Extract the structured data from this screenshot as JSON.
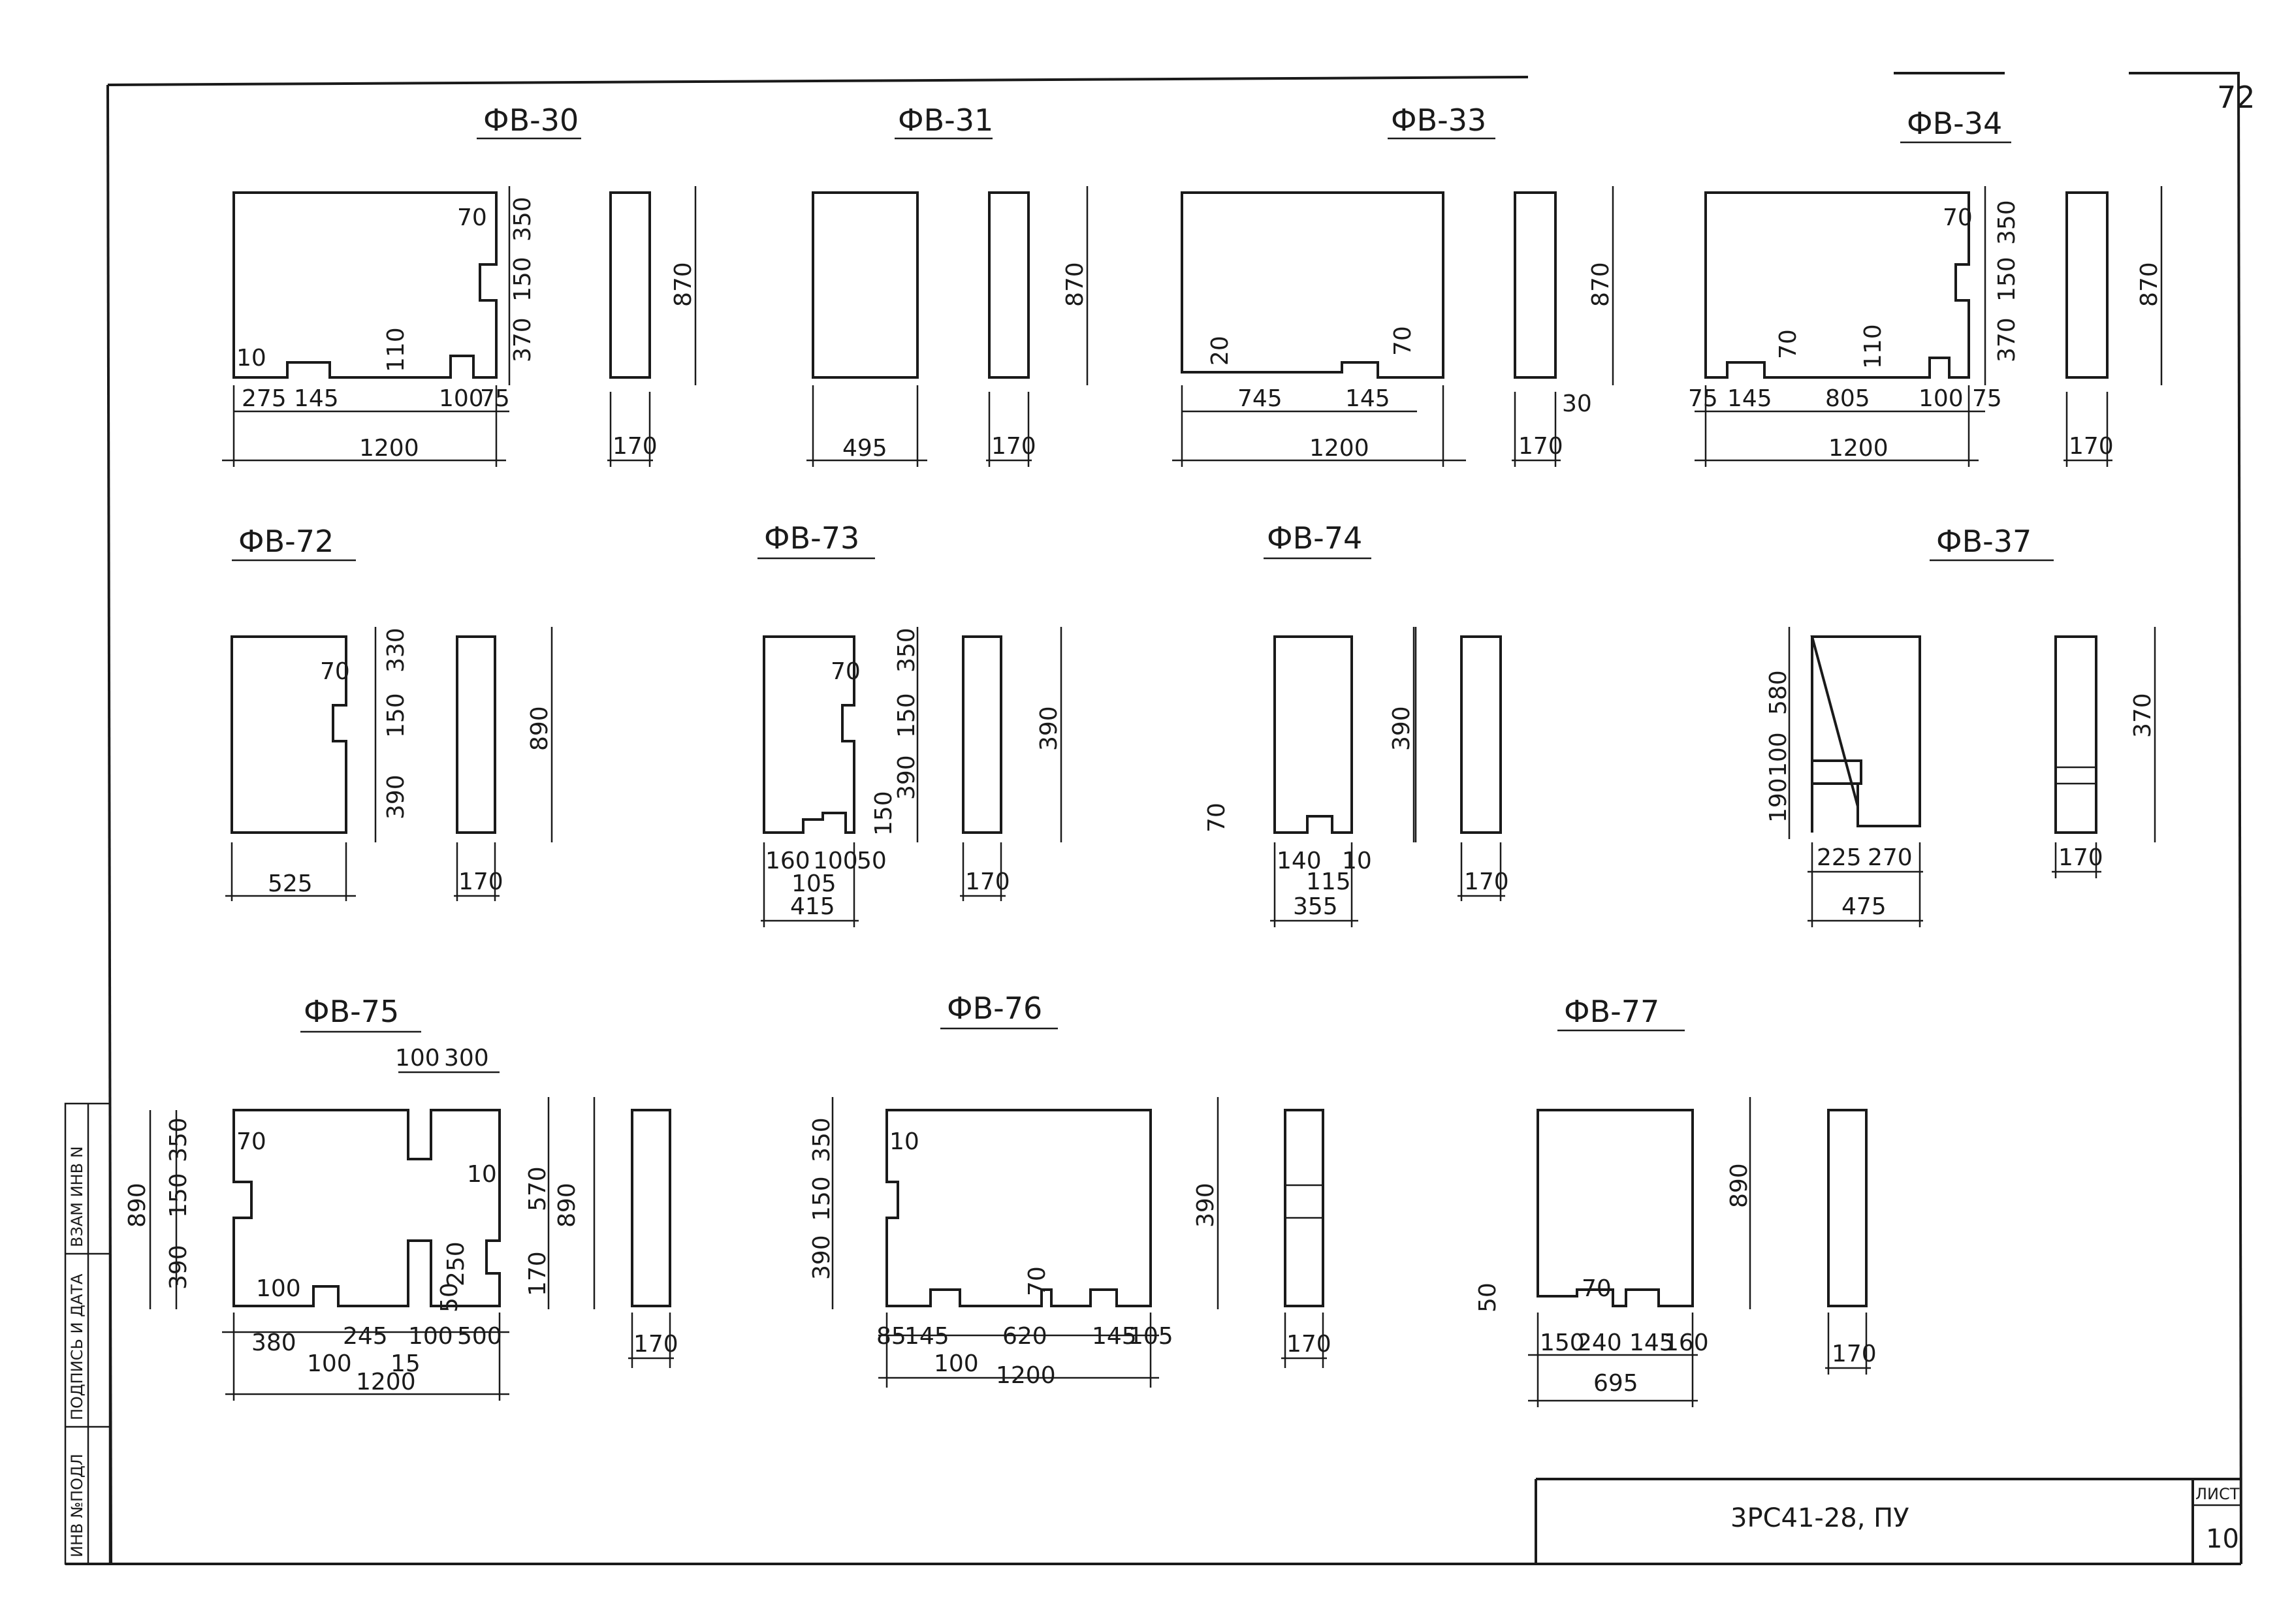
{
  "page_number": "72",
  "title_block": {
    "code": "3РС41-28, ПУ",
    "sheet_label": "ЛИСТ",
    "sheet_number": "10"
  },
  "side_stamp": {
    "col1": "ИНВ №ПОДЛ",
    "col2": "ПОДПИСЬ И ДАТА",
    "col3": "ВЗАМ ИНВ N"
  },
  "panels": {
    "fv30": {
      "title": "ФВ-30",
      "dims": {
        "w": "1200",
        "h": "870",
        "t": "170",
        "a": "275",
        "b": "145",
        "c": "100",
        "d": "75",
        "e": "350",
        "f": "150",
        "g": "370",
        "n70": "70",
        "n110": "110",
        "n10": "10"
      }
    },
    "fv31": {
      "title": "ФВ-31",
      "dims": {
        "w": "495",
        "h": "870",
        "t": "170"
      }
    },
    "fv33": {
      "title": "ФВ-33",
      "dims": {
        "w": "1200",
        "h": "870",
        "t": "170",
        "a": "745",
        "b": "145",
        "n20": "20",
        "n70": "70",
        "n30": "30"
      }
    },
    "fv34": {
      "title": "ФВ-34",
      "dims": {
        "w": "1200",
        "h": "870",
        "t": "170",
        "a": "75",
        "b": "145",
        "c": "805",
        "d": "100",
        "e": "75",
        "f": "350",
        "g": "150",
        "h2": "370",
        "n70a": "70",
        "n70b": "70",
        "n110": "110"
      }
    },
    "fv72": {
      "title": "ФВ-72",
      "dims": {
        "w": "525",
        "h": "890",
        "t": "170",
        "a": "330",
        "b": "150",
        "c": "390",
        "n70": "70"
      }
    },
    "fv73": {
      "title": "ФВ-73",
      "dims": {
        "w": "415",
        "h": "390",
        "t": "170",
        "a": "160",
        "b": "100",
        "c": "50",
        "d": "105",
        "e": "350",
        "f": "150",
        "g": "390",
        "n70": "70",
        "n150": "150"
      }
    },
    "fv74": {
      "title": "ФВ-74",
      "dims": {
        "w": "355",
        "h": "390",
        "t": "170",
        "a": "140",
        "b": "115",
        "c": "10",
        "n70": "70"
      }
    },
    "fv37": {
      "title": "ФВ-37",
      "dims": {
        "w": "475",
        "h": "370",
        "t": "170",
        "a": "225",
        "b": "270",
        "c": "580",
        "d": "100",
        "e": "190"
      }
    },
    "fv75": {
      "title": "ФВ-75",
      "dims": {
        "w": "1200",
        "h": "890",
        "t": "170",
        "a": "380",
        "b": "245",
        "c": "100",
        "d": "500",
        "e": "100",
        "f": "15",
        "g": "350",
        "h2": "150",
        "i": "390",
        "j": "570",
        "k": "170",
        "l": "100",
        "m": "300",
        "n": "250",
        "n70": "70",
        "n10": "10",
        "n50": "50",
        "n100": "100"
      }
    },
    "fv76": {
      "title": "ФВ-76",
      "dims": {
        "w": "1200",
        "h": "390",
        "t": "170",
        "a": "85",
        "b": "145",
        "c": "620",
        "d": "145",
        "e": "105",
        "f": "100",
        "g": "350",
        "h2": "150",
        "i": "390",
        "n10": "10",
        "n70": "70"
      }
    },
    "fv77": {
      "title": "ФВ-77",
      "dims": {
        "w": "695",
        "h": "890",
        "t": "170",
        "a": "150",
        "b": "240",
        "c": "145",
        "d": "160",
        "n50": "50",
        "n70": "70"
      }
    }
  }
}
